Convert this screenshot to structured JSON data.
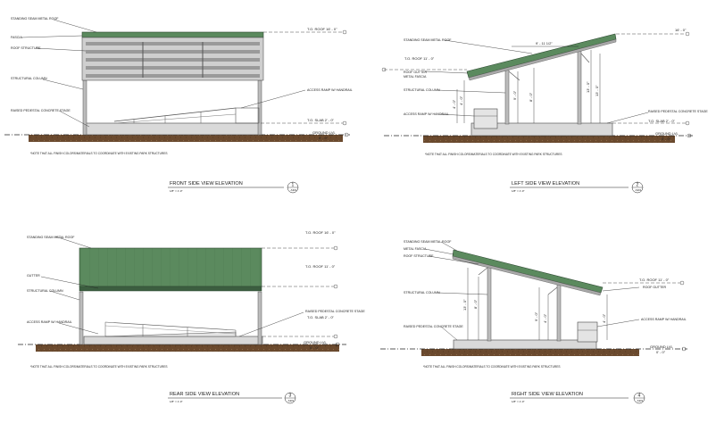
{
  "views": [
    {
      "title": "FRONT SIDE VIEW ELEVATION",
      "scale": "1/8\" = 1'-0\"",
      "number": "1",
      "sheet": "A301",
      "note": "*NOTE THAT ALL FINISH COLORS/MATERIALS TO COORDINATE WITH EXISTING PARK STRUCTURES",
      "labels": [
        "STANDING SEAM METAL ROOF",
        "FASCIA",
        "ROOF STRUCTURE",
        "STRUCTURAL COLUMN",
        "RAISED PEDESTAL CONCRETE STAGE",
        "ACCESS RAMP W/ HANDRAIL"
      ],
      "levels": [
        "T.O. ROOF 16' - 0\"",
        "T.O. SLAB 2' - 0\"",
        "GROUND LVL",
        "0' - 0\""
      ]
    },
    {
      "title": "LEFT SIDE VIEW ELEVATION",
      "scale": "1/8\" = 1'-0\"",
      "number": "2",
      "sheet": "A301",
      "note": "*NOTE THAT ALL FINISH COLORS/MATERIALS TO COORDINATE WITH EXISTING PARK STRUCTURES",
      "labels": [
        "STANDING SEAM METAL ROOF",
        "ROOF GUTTER",
        "METAL FASCIA",
        "STRUCTURAL COLUMN",
        "ACCESS RAMP W/ HANDRAIL",
        "RAISED PEDESTAL CONCRETE STAGE"
      ],
      "levels": [
        "16' - 0\"",
        "T.O. ROOF 11' - 0\"",
        "T.O. SLAB 2' - 0\"",
        "GROUND LVL",
        "0' - 0\""
      ],
      "dims": [
        "9' - 11 1/2\"",
        "4' - 0\"",
        "9' - 0\"",
        "8' - 0\"",
        "13' - 0\"",
        "4' - 0\""
      ]
    },
    {
      "title": "REAR SIDE VIEW ELEVATION",
      "scale": "1/8\" = 1'-0\"",
      "number": "3",
      "sheet": "A301",
      "note": "*NOTE THAT ALL FINISH COLORS/MATERIALS TO COORDINATE WITH EXISTING PARK STRUCTURES",
      "labels": [
        "STANDING SEAM METAL ROOF",
        "GUTTER",
        "STRUCTURAL COLUMN",
        "ACCESS RAMP W/ HANDRAIL",
        "RAISED PEDESTAL CONCRETE STAGE"
      ],
      "levels": [
        "T.O. ROOF 16' - 0\"",
        "T.O. ROOF 11' - 0\"",
        "T.O. SLAB 2' - 0\"",
        "GROUND LVL",
        "0' - 0\""
      ]
    },
    {
      "title": "RIGHT SIDE VIEW ELEVATION",
      "scale": "1/8\" = 1'-0\"",
      "number": "4",
      "sheet": "A301",
      "note": "*NOTE THAT ALL FINISH COLORS/MATERIALS TO COORDINATE WITH EXISTING PARK STRUCTURES",
      "labels": [
        "STANDING SEAM METAL ROOF",
        "METAL FASCIA",
        "ROOF STRUCTURE",
        "STRUCTURAL COLUMN",
        "RAISED PEDESTAL CONCRETE STAGE",
        "ROOF GUTTER",
        "ACCESS RAMP W/ HANDRAIL"
      ],
      "levels": [
        "T.O. ROOF 11' - 0\"",
        "GROUND LVL",
        "0' - 0\""
      ],
      "dims": [
        "13' - 0\"",
        "8' - 0\"",
        "9' - 0\"",
        "4' - 0\"",
        "4' - 0\""
      ]
    }
  ],
  "colors": {
    "roof_green": "#5b8a5e",
    "roof_dark": "#3c5e40",
    "column_gray": "#bcbcbc",
    "ground_brown": "#6b4a2e",
    "stage_gray": "#d9d9d9",
    "line": "#222222"
  }
}
